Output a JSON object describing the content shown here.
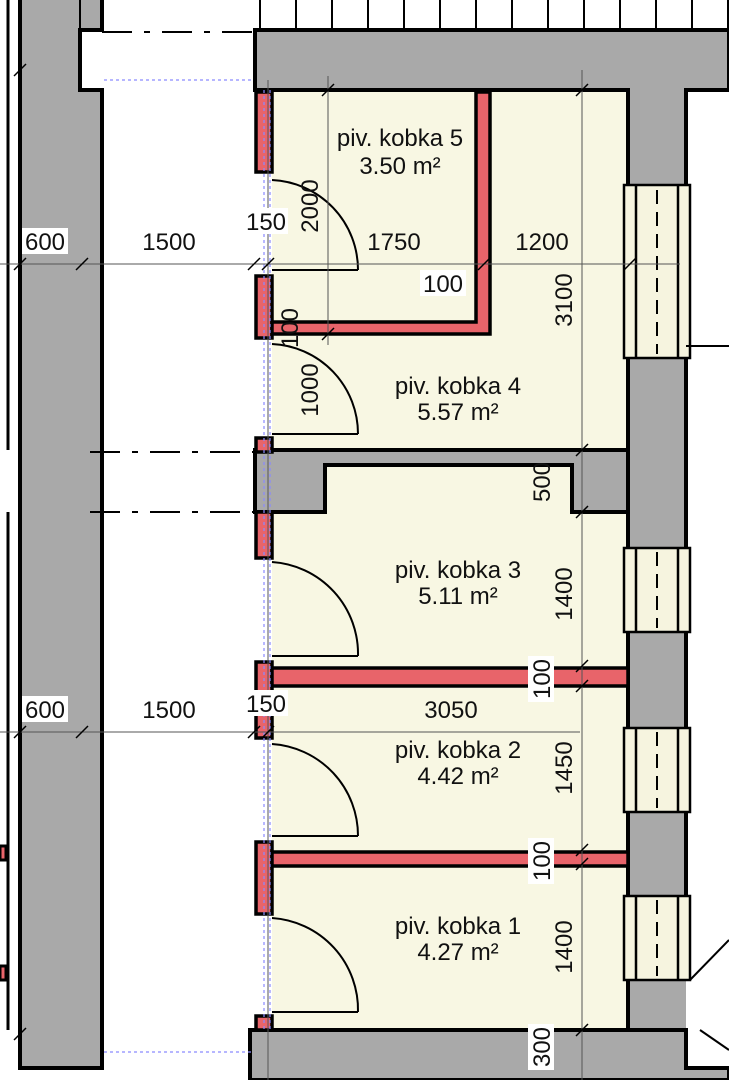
{
  "rooms": [
    {
      "name": "piv. kobka 5",
      "area": "3.50 m²"
    },
    {
      "name": "piv. kobka 4",
      "area": "5.57 m²"
    },
    {
      "name": "piv. kobka 3",
      "area": "5.11 m²"
    },
    {
      "name": "piv. kobka 2",
      "area": "4.42 m²"
    },
    {
      "name": "piv. kobka 1",
      "area": "4.27 m²"
    }
  ],
  "dimensions": {
    "top_left": "600",
    "top_corridor": "1500",
    "top_door_wall": "150",
    "kobka5_height": "2000",
    "kobka5_width": "1750",
    "kobka4_width": "1200",
    "partition_100_a": "100",
    "depth_3100": "3100",
    "partition_100_b": "100",
    "door_1000": "1000",
    "offset_500": "500",
    "kobka3_height": "1400",
    "partition_100_c": "100",
    "bottom_left": "600",
    "bottom_corridor": "1500",
    "bottom_door_wall": "150",
    "bottom_width": "3050",
    "kobka2_height": "1450",
    "partition_100_d": "100",
    "kobka1_height": "1400",
    "wall_300": "300"
  },
  "colors": {
    "wall": "#a9a9a9",
    "room_fill": "#f8f7e3",
    "partition": "#e8646a",
    "line": "#000000",
    "window_fill": "#f6f4df"
  }
}
